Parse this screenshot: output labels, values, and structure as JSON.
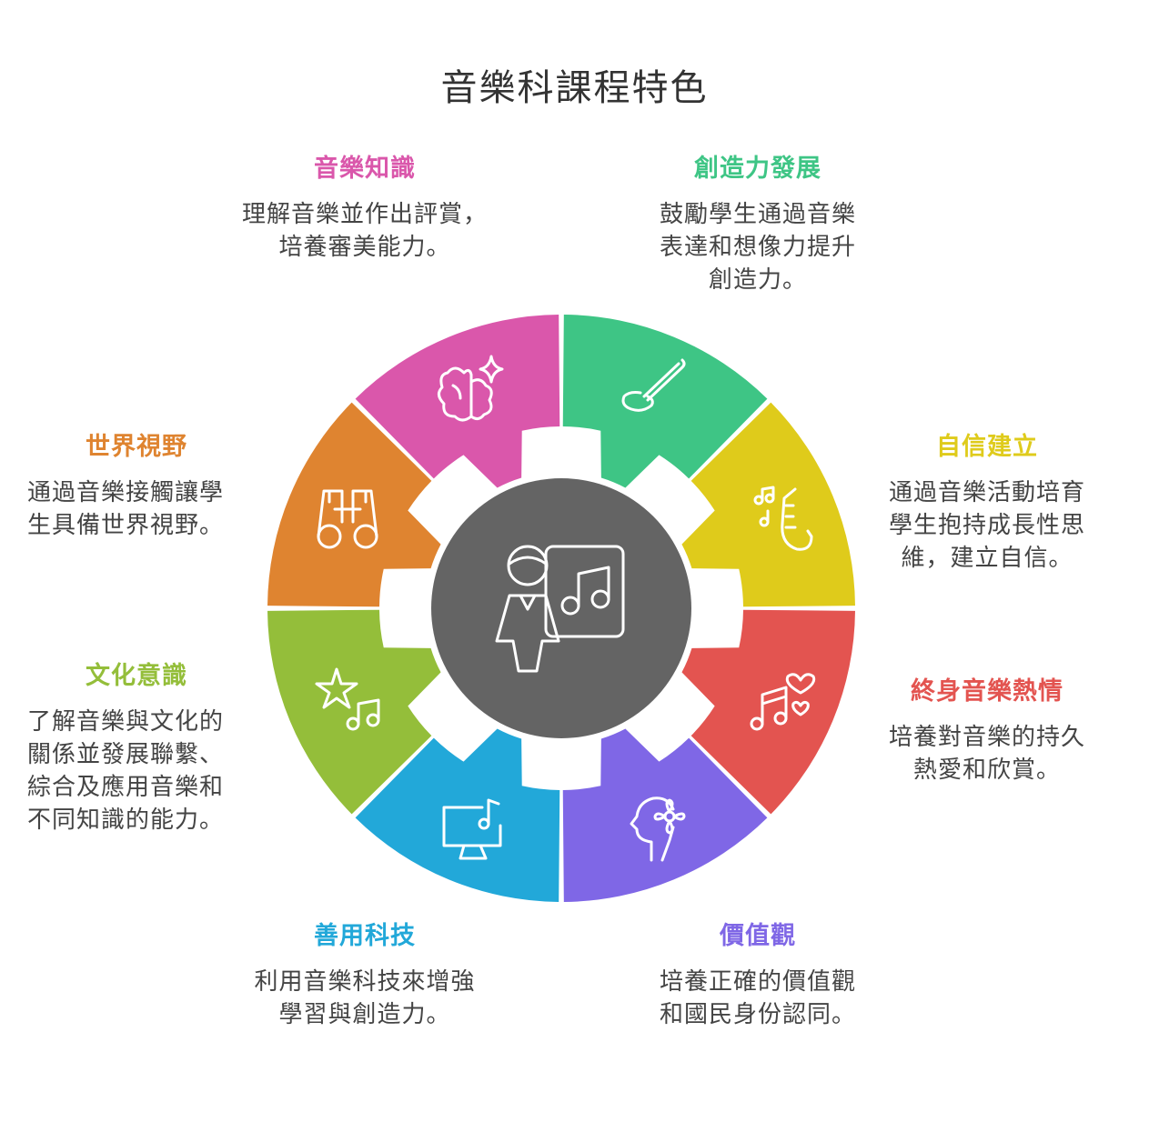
{
  "title": "音樂科課程特色",
  "center_icon": "teacher-music-board-icon",
  "segments": [
    {
      "key": "knowledge",
      "color": "#DA57AB",
      "icon": "brain-sparkle-icon",
      "heading": "音樂知識",
      "lines": [
        "理解音樂並作出評賞，",
        "培養審美能力。"
      ]
    },
    {
      "key": "creativity",
      "color": "#3EC585",
      "icon": "paintbrush-icon",
      "heading": "創造力發展",
      "lines": [
        "鼓勵學生通過音樂",
        "表達和想像力提升",
        "創造力。"
      ]
    },
    {
      "key": "confidence",
      "color": "#DFCB1B",
      "icon": "saxophone-icon",
      "heading": "自信建立",
      "lines": [
        "通過音樂活動培育",
        "學生抱持成長性思",
        "維，建立自信。"
      ]
    },
    {
      "key": "passion",
      "color": "#E35450",
      "icon": "music-hearts-icon",
      "heading": "終身音樂熱情",
      "lines": [
        "培養對音樂的持久",
        "熱愛和欣賞。"
      ]
    },
    {
      "key": "values",
      "color": "#7F67E6",
      "icon": "head-flower-icon",
      "heading": "價值觀",
      "lines": [
        "培養正確的價值觀",
        "和國民身份認同。"
      ]
    },
    {
      "key": "technology",
      "color": "#22A8D9",
      "icon": "monitor-music-icon",
      "heading": "善用科技",
      "lines": [
        "利用音樂科技來增強",
        "學習與創造力。"
      ]
    },
    {
      "key": "culture",
      "color": "#94BE3A",
      "icon": "star-music-icon",
      "heading": "文化意識",
      "lines": [
        "了解音樂與文化的",
        "關係並發展聯繫、",
        "綜合及應用音樂和",
        "不同知識的能力。"
      ]
    },
    {
      "key": "world",
      "color": "#DF8430",
      "icon": "binoculars-icon",
      "heading": "世界視野",
      "lines": [
        "通過音樂接觸讓學",
        "生具備世界視野。"
      ]
    }
  ]
}
